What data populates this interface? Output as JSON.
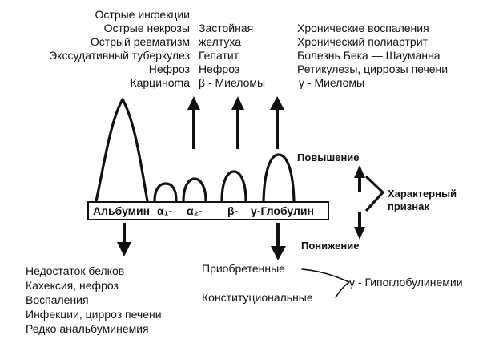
{
  "lists": {
    "albumin_increase": [
      "Острые инфекции",
      "Острые некрозы",
      "Острый ревматизм",
      "Экссудативный туберкулез",
      "Нефроз",
      "Карциноma"
    ],
    "alpha_increase": [
      "Застойная",
      "желтуха",
      "Гепатит",
      "Нефроз"
    ],
    "beta_increase": "β - Миеломы",
    "gamma_increase": [
      "Хронические воспаления",
      "Хронический полиартрит",
      "Болезнь Бека — Шауманна",
      "Ретикулезы, циррозы печени"
    ],
    "gamma_myeloma": "γ - Миеломы",
    "albumin_decrease": [
      "Недостаток белков",
      "Кахексия, нефроз",
      "Воспаления",
      "Инфекции, цирроз печени",
      "Редко анальбуминемия"
    ],
    "gamma_decrease": [
      "Приобретенные",
      "Конституциональные"
    ],
    "hypo_label": "γ - Гипоглобулинемии"
  },
  "fractions": {
    "albumin": "Альбумин",
    "alpha1": "α₁-",
    "alpha2": "α₂-",
    "beta": "β-",
    "gamma": "γ-Глобулин"
  },
  "legend": {
    "increase": "Повышение",
    "decrease": "Понижение",
    "characteristic": [
      "Характерный",
      "признак"
    ]
  }
}
